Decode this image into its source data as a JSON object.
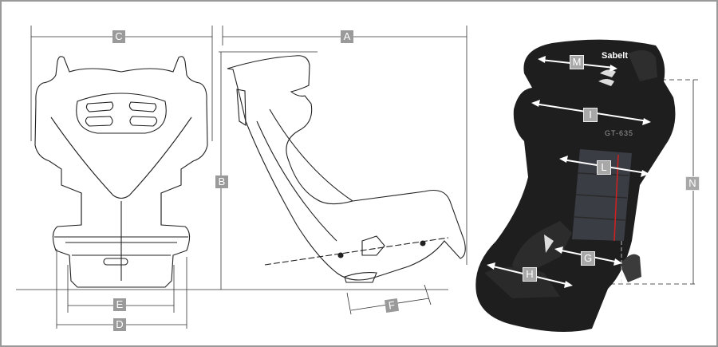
{
  "figure": {
    "title": "Racing seat dimensions",
    "front_view_labels": {
      "C": "C",
      "E": "E",
      "D": "D"
    },
    "side_view_labels": {
      "A": "A",
      "B": "B",
      "F": "F"
    },
    "photo_labels": {
      "M": "M",
      "I": "I",
      "L": "L",
      "N": "N",
      "G": "G",
      "H": "H"
    },
    "photo_branding": {
      "brand": "Sabelt",
      "model": "GT-635"
    },
    "colors": {
      "label_bg": "#9a9a9a",
      "frame": "#999999",
      "seat": "#1e1e1e",
      "stitch": "#d22020"
    }
  }
}
